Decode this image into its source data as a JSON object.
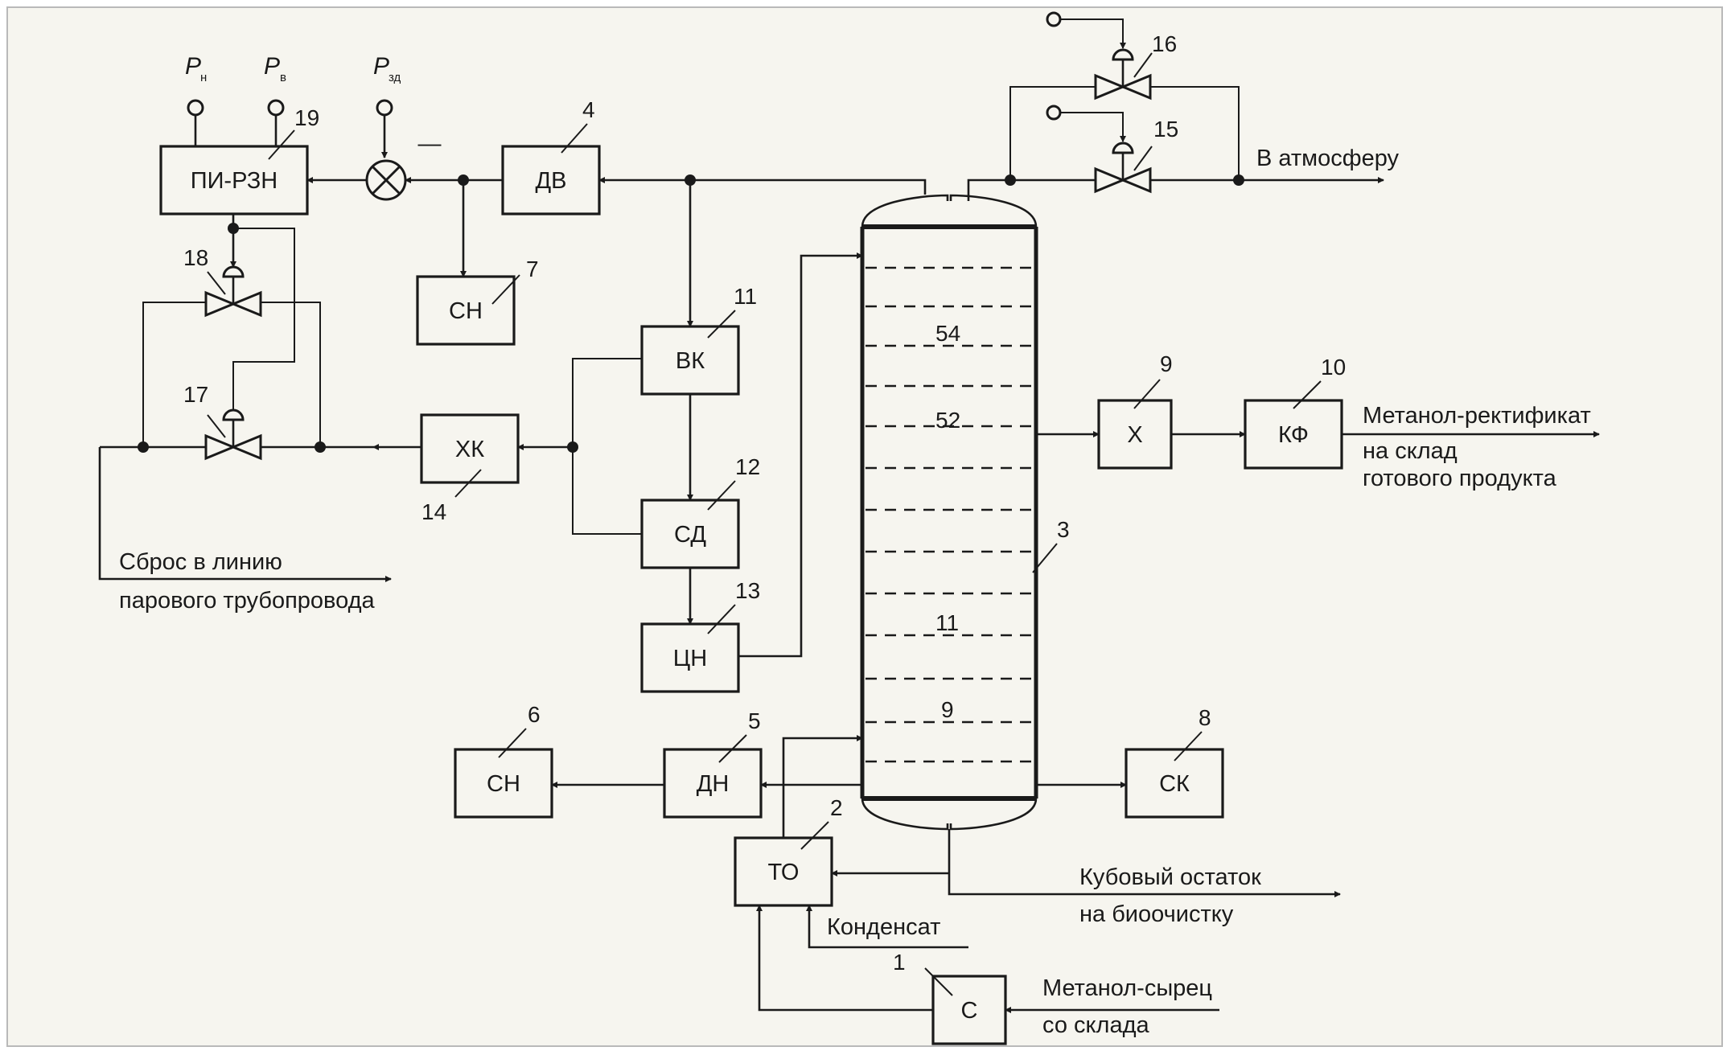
{
  "blocks": {
    "b1_ton": {
      "label": "С",
      "num": "1"
    },
    "b2": {
      "label": "ТО",
      "num": "2"
    },
    "b4": {
      "label": "ДВ",
      "num": "4"
    },
    "b5": {
      "label": "ДН",
      "num": "5"
    },
    "b6": {
      "label": "СН",
      "num": "6"
    },
    "b7": {
      "label": "СН",
      "num": "7"
    },
    "b8": {
      "label": "СК",
      "num": "8"
    },
    "b9": {
      "label": "Х",
      "num": "9"
    },
    "b10": {
      "label": "КФ",
      "num": "10"
    },
    "b11": {
      "label": "ВК",
      "num": "11"
    },
    "b12": {
      "label": "СД",
      "num": "12"
    },
    "b13": {
      "label": "ЦН",
      "num": "13"
    },
    "b14": {
      "label": "ХК",
      "num": "14"
    },
    "b19": {
      "label": "ПИ-РЗН",
      "num": "19"
    }
  },
  "column": {
    "num": "3",
    "tray_labels": [
      "54",
      "52",
      "11",
      "9"
    ]
  },
  "valves": {
    "v15": "15",
    "v16": "16",
    "v17": "17",
    "v18": "18"
  },
  "pressure": {
    "p_n": {
      "symbol": "P",
      "sub": "н"
    },
    "p_v": {
      "symbol": "P",
      "sub": "в"
    },
    "p_zd": {
      "symbol": "P",
      "sub": "зд"
    }
  },
  "comparator_sign": "—",
  "streams": {
    "atmosphere": "В атмосферу",
    "product_1": "Метанол-ректификат",
    "product_2": "на склад",
    "product_3": "готового продукта",
    "bottoms_1": "Кубовый остаток",
    "bottoms_2": "на биоочистку",
    "condensate": "Конденсат",
    "feed_1": "Метанол-сырец",
    "feed_2": "со склада",
    "discharge_1": "Сброс в линию",
    "discharge_2": "парового трубопровода"
  }
}
